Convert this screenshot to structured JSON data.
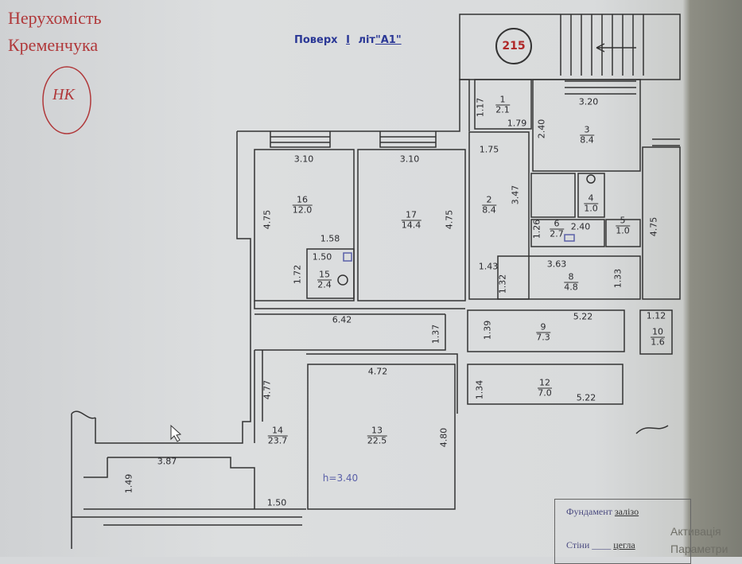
{
  "logo": {
    "line1": "Нерухомість",
    "line2": "Кременчука",
    "monogram": "НК"
  },
  "title": {
    "prefix": "Поверх",
    "floor": "I",
    "lit_label": "літ",
    "lit": "\"A1\""
  },
  "badge": "215",
  "rooms": [
    {
      "n": "1",
      "a": "2.1"
    },
    {
      "n": "2",
      "a": "8.4"
    },
    {
      "n": "3",
      "a": "8.4"
    },
    {
      "n": "4",
      "a": "1.0"
    },
    {
      "n": "5",
      "a": "1.0"
    },
    {
      "n": "6",
      "a": "2.7"
    },
    {
      "n": "8",
      "a": "4.8"
    },
    {
      "n": "9",
      "a": "7.3"
    },
    {
      "n": "10",
      "a": "1.6"
    },
    {
      "n": "12",
      "a": "7.0"
    },
    {
      "n": "13",
      "a": "22.5"
    },
    {
      "n": "14",
      "a": "23.7"
    },
    {
      "n": "15",
      "a": "2.4"
    },
    {
      "n": "16",
      "a": "12.0"
    },
    {
      "n": "17",
      "a": "14.4"
    }
  ],
  "dims": [
    "3.10",
    "3.10",
    "4.75",
    "4.75",
    "1.58",
    "1.50",
    "1.72",
    "6.42",
    "1.17",
    "1.79",
    "3.20",
    "2.40",
    "1.75",
    "3.47",
    "1.26",
    "2.40",
    "4.75",
    "1.43",
    "3.63",
    "1.32",
    "1.33",
    "1.37",
    "1.39",
    "5.22",
    "1.12",
    "1.34",
    "5.22",
    "4.72",
    "4.77",
    "4.80",
    "3.87",
    "1.49",
    "1.50",
    "h=3.40"
  ],
  "stamp": {
    "foundation_label": "Фундамент",
    "foundation": "залізо",
    "walls_label": "Стіни",
    "walls": "цегла"
  },
  "watermark": {
    "line1": "Активація",
    "line2": "Параметри"
  }
}
